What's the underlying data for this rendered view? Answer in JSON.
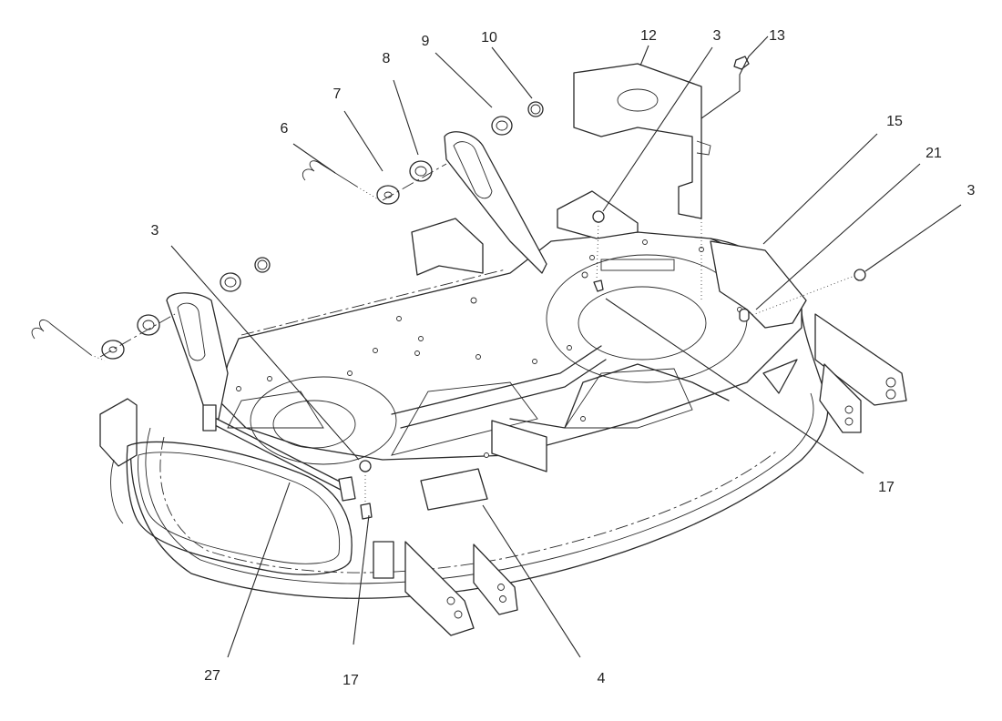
{
  "callouts": {
    "c12": "12",
    "c3_top": "3",
    "c13": "13",
    "c9": "9",
    "c10": "10",
    "c8": "8",
    "c7": "7",
    "c6": "6",
    "c15": "15",
    "c21": "21",
    "c3_right": "3",
    "c3_left": "3",
    "c17_right": "17",
    "c27": "27",
    "c17_bottom": "17",
    "c4": "4"
  }
}
